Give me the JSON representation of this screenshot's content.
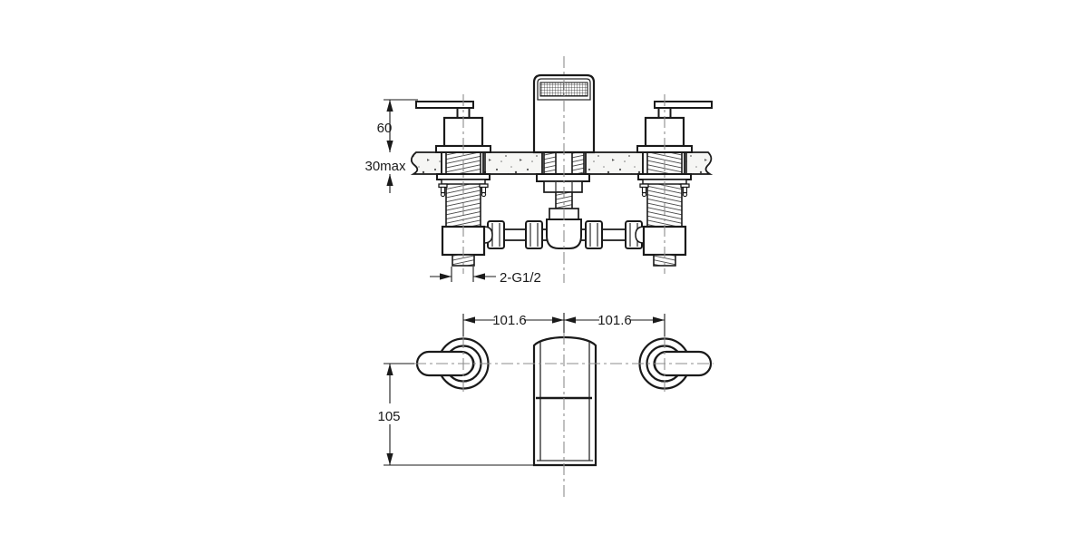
{
  "drawing": {
    "type": "technical-installation-drawing",
    "subject": "deck-mounted-3-hole-bath-mixer",
    "views": {
      "front": {
        "dimensions": {
          "handle_height_above_deck": "60",
          "deck_thickness": "30max",
          "inlet_connection": "2-G1/2"
        }
      },
      "plan": {
        "dimensions": {
          "left_handle_spacing": "101.6",
          "right_handle_spacing": "101.6",
          "spout_projection": "105"
        }
      }
    },
    "colors": {
      "line": "#1a1a1a",
      "centerline": "#8c8c8c",
      "deck_fill": "#f6f6f4",
      "background": "#ffffff"
    }
  }
}
